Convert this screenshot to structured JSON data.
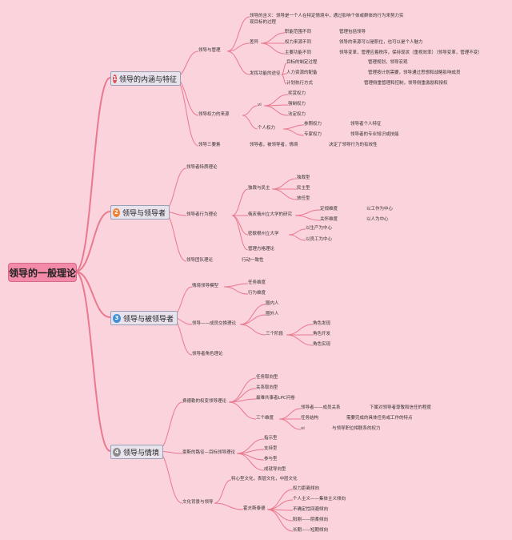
{
  "root": "领导的一般理论",
  "topics": [
    {
      "num": "1",
      "label": "领导的内涵与特征",
      "color": "#e64b4b"
    },
    {
      "num": "2",
      "label": "领导与领导者",
      "color": "#f07f2e"
    },
    {
      "num": "3",
      "label": "领导与被领导者",
      "color": "#3d8fd8"
    },
    {
      "num": "4",
      "label": "领导与情境",
      "color": "#8c8c8c"
    }
  ],
  "nodes": [
    "领导与管理",
    "领导的含义：领导是一个人在特定情境中，通过影响个体或群体的行为来努力实",
    "现目标的过程",
    "差异",
    "职能范围不同",
    "管理包括领导",
    "权力来源不同",
    "领导的来源可以是职位，也可以是个人魅力",
    "主要功能不同",
    "领导变革，管理应着秩序，保持现状（重视效率）（领导变革，管理不变）",
    "发挥功能的途径",
    "目标的制定过程",
    "管理规划，领导宏观",
    "人力资源的配备",
    "管理按计划需要，领导通过思想和战略影响成员",
    "计划执行方式",
    "管理侧重管理和控制，领导侧重激励和授权",
    "领导权力的来源",
    "vi",
    "奖赏权力",
    "强制权力",
    "法定权力",
    "个人权力",
    "参照权力",
    "领导者个人特征",
    "专家权力",
    "领导者的专业知识或技能",
    "领导三要素",
    "领导者，被领导者，情境",
    "决定了领导行为的有效性",
    "领导者特质理论",
    "领导者行为理论",
    "独裁与民主",
    "独裁型",
    "民主型",
    "放任型",
    "俄亥俄州立大学的研究",
    "定规维度",
    "以工作为中心",
    "关怀维度",
    "以人为中心",
    "密歇根州立大学",
    "以生产为中心",
    "以员工为中心",
    "管理方格理论",
    "领导团队理论",
    "行动一致性",
    "情境领导模型",
    "任务维度",
    "行为维度",
    "领导——成员交换理论",
    "圈内人",
    "圈外人",
    "三个阶段",
    "角色发现",
    "角色开发",
    "角色实现",
    "领导者角色理论",
    "费德勒的权变领导理论",
    "任务取向型",
    "关系取向型",
    "最难共事者LPC问卷",
    "三个维度",
    "领导者——成员关系",
    "下属对领导者尊敬和信任的程度",
    "任务结构",
    "需要完成的具体任务或工作的特点",
    "vi",
    "与领导职位相联系的权力",
    "豪斯的路径—目标领导理论",
    "指示型",
    "支持型",
    "参与型",
    "成就导向型",
    "文化背景与领导",
    "特心型文化，表层文化，中层文化",
    "霍夫斯泰德",
    "权力距离倾向",
    "个人主义——集体主义倾向",
    "不确定性回避倾向",
    "阳刚——阴柔倾向",
    "长期——短期倾向"
  ]
}
